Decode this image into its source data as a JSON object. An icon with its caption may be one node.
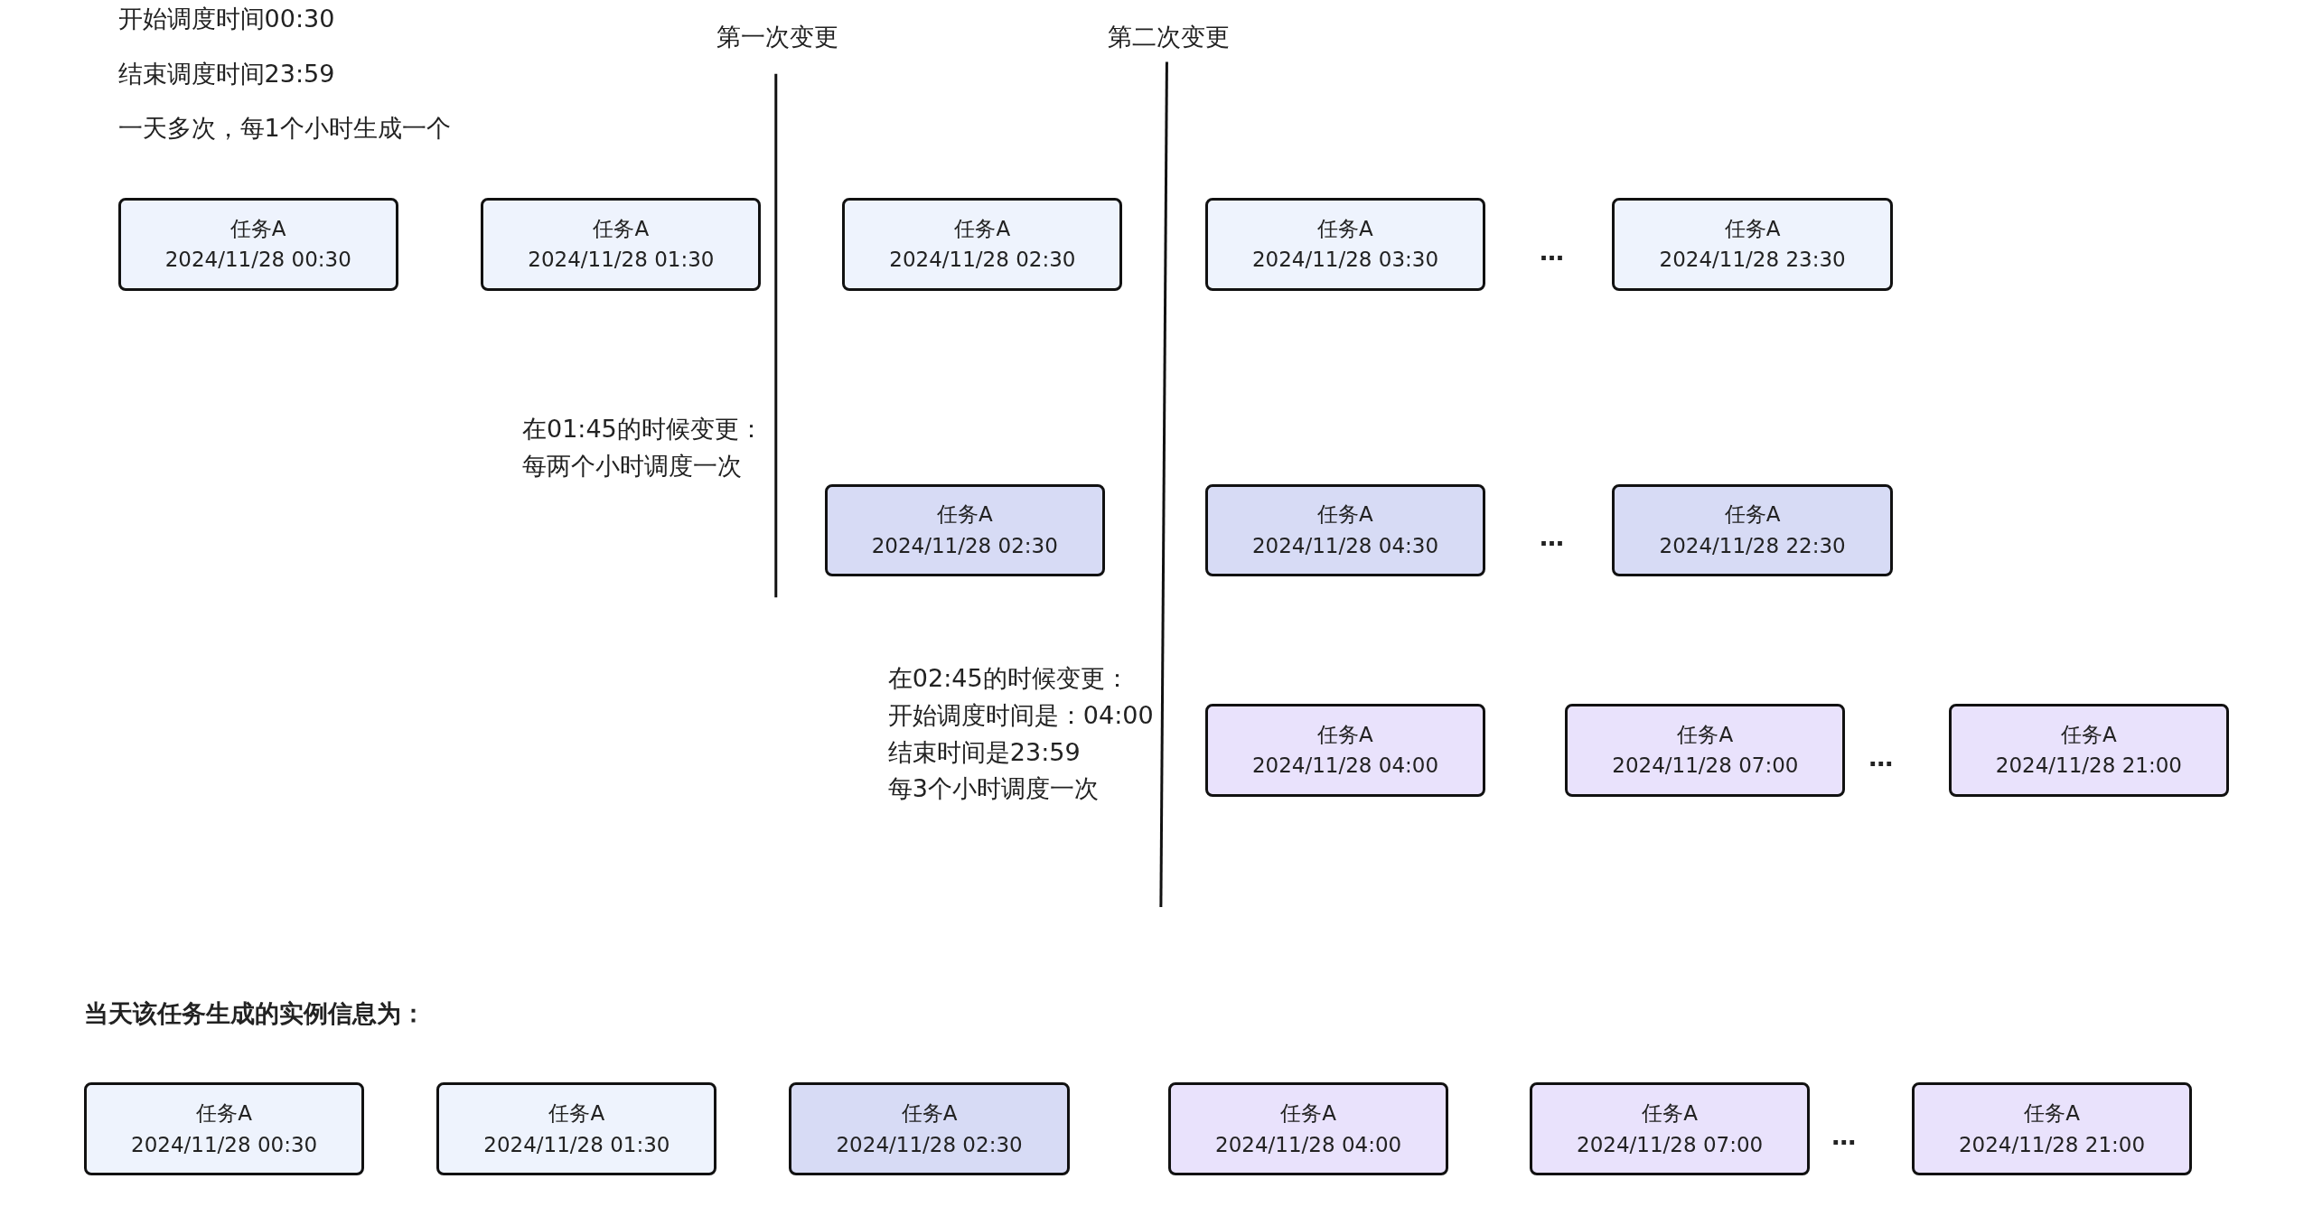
{
  "diagram": {
    "nodes": [
      {
        "text": [
          "任务A",
          "2024/11/28 00:30"
        ]
      },
      {
        "text": [
          "任务A",
          "2024/11/28 01:30"
        ]
      },
      {
        "text": [
          "任务A",
          "2024/11/28 02:30"
        ]
      },
      {
        "text": [
          "任务A",
          "2024/11/28 03:30"
        ]
      },
      {
        "text": [
          "任务A",
          "2024/11/28 23:30"
        ]
      },
      {
        "text": [
          "任务A",
          "2024/11/28 02:30"
        ]
      },
      {
        "text": [
          "任务A",
          "2024/11/28 04:30"
        ]
      },
      {
        "text": [
          "任务A",
          "2024/11/28 22:30"
        ]
      },
      {
        "text": [
          "任务A",
          "2024/11/28 04:00"
        ]
      },
      {
        "text": [
          "任务A",
          "2024/11/28 07:00"
        ]
      },
      {
        "text": [
          "任务A",
          "2024/11/28 21:00"
        ]
      },
      {
        "text": [
          "任务A",
          "2024/11/28 00:30"
        ]
      },
      {
        "text": [
          "任务A",
          "2024/11/28 01:30"
        ]
      },
      {
        "text": [
          "任务A",
          "2024/11/28 02:30"
        ]
      },
      {
        "text": [
          "任务A",
          "2024/11/28 04:00"
        ]
      },
      {
        "text": [
          "任务A",
          "2024/11/28 07:00"
        ]
      },
      {
        "text": [
          "任务A",
          "2024/11/28 21:00"
        ]
      }
    ],
    "labels": [
      "开始调度时间00:30",
      "第一次变更",
      "第二次变更",
      "结束调度时间23:59",
      "一天多次，每1个小时生成一个",
      "…",
      "在01:45的时候变更：",
      "每两个小时调度一次",
      "…",
      "在02:45的时候变更：",
      "开始调度时间是：04:00",
      "结束时间是23:59",
      "每3个小时调度一次",
      "…",
      "当天该任务生成的实例信息为：",
      "…"
    ]
  }
}
